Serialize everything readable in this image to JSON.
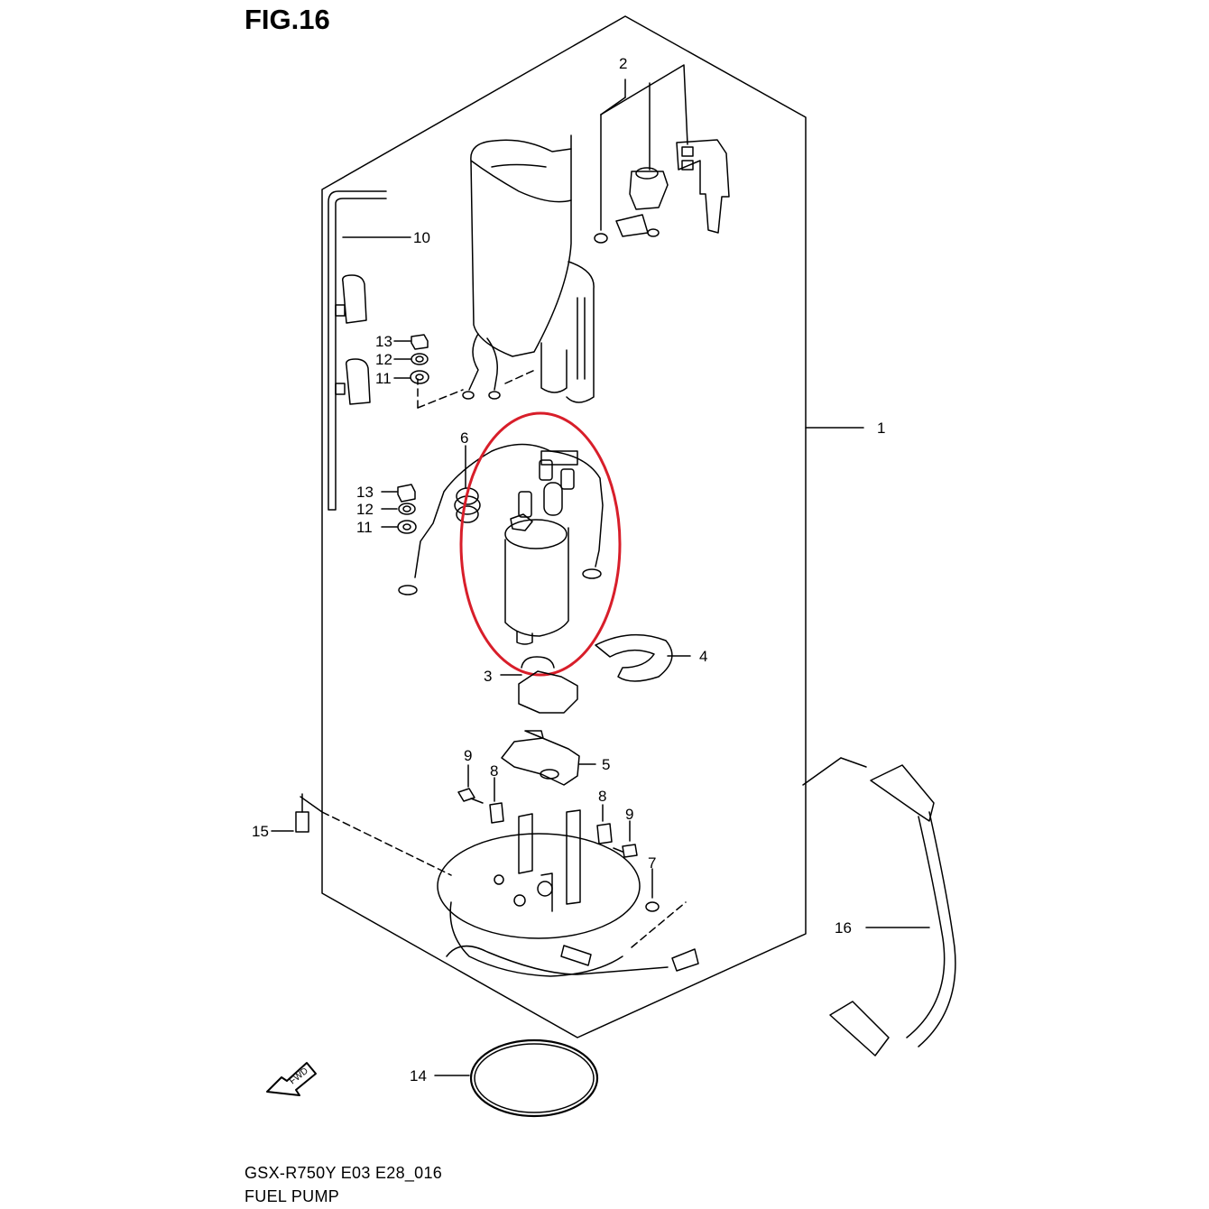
{
  "figure": {
    "title": "FIG.16",
    "caption_line1": "GSX-R750Y E03 E28_016",
    "caption_line2": "FUEL PUMP",
    "fwd_label": "FWD",
    "highlight_color": "#d81e2a"
  },
  "callouts": [
    {
      "id": "c1",
      "label": "1"
    },
    {
      "id": "c2",
      "label": "2"
    },
    {
      "id": "c3",
      "label": "3"
    },
    {
      "id": "c4",
      "label": "4"
    },
    {
      "id": "c5",
      "label": "5"
    },
    {
      "id": "c6",
      "label": "6"
    },
    {
      "id": "c7",
      "label": "7"
    },
    {
      "id": "c8a",
      "label": "8"
    },
    {
      "id": "c8b",
      "label": "8"
    },
    {
      "id": "c9a",
      "label": "9"
    },
    {
      "id": "c9b",
      "label": "9"
    },
    {
      "id": "c10",
      "label": "10"
    },
    {
      "id": "c11a",
      "label": "11"
    },
    {
      "id": "c11b",
      "label": "11"
    },
    {
      "id": "c12a",
      "label": "12"
    },
    {
      "id": "c12b",
      "label": "12"
    },
    {
      "id": "c13a",
      "label": "13"
    },
    {
      "id": "c13b",
      "label": "13"
    },
    {
      "id": "c14",
      "label": "14"
    },
    {
      "id": "c15",
      "label": "15"
    },
    {
      "id": "c16",
      "label": "16"
    }
  ]
}
